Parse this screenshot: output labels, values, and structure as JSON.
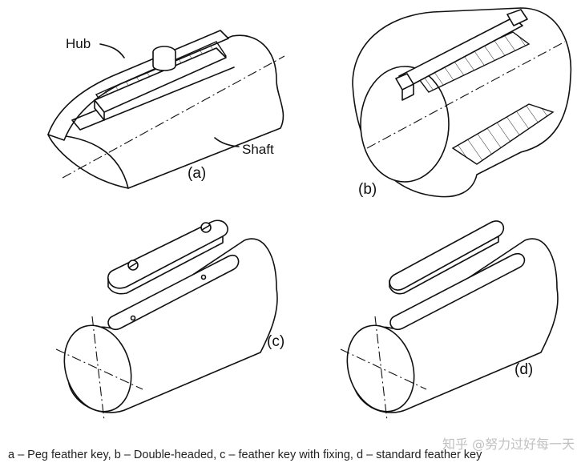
{
  "labels": {
    "hub": "Hub",
    "shaft": "Shaft",
    "panel_a": "(a)",
    "panel_b": "(b)",
    "panel_c": "(c)",
    "panel_d": "(d)"
  },
  "caption": "a – Peg feather key, b – Double-headed, c – feather key with fixing, d – standard feather key",
  "watermark": "知乎 @努力过好每一天",
  "colors": {
    "line": "#111111",
    "background": "#ffffff"
  }
}
